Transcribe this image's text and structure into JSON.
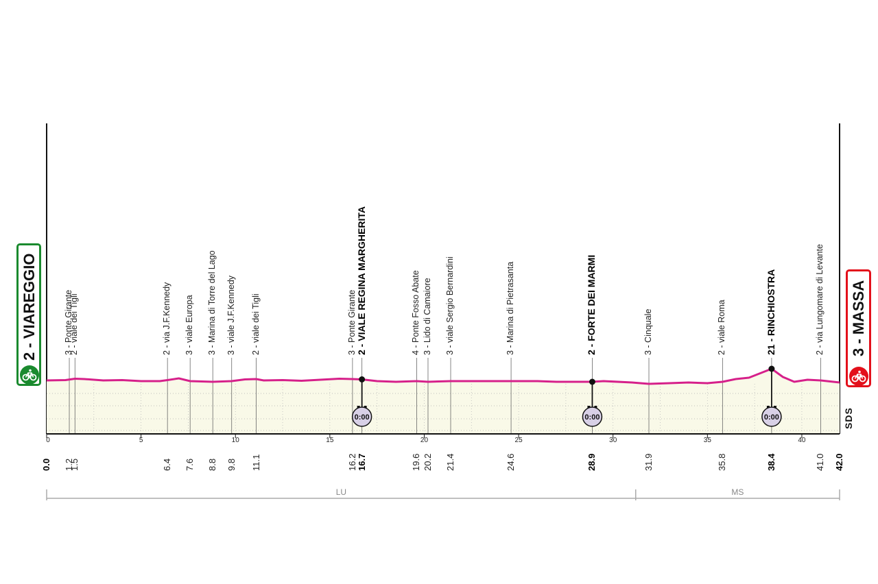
{
  "start": {
    "number": "2",
    "name": "VIAREGGIO",
    "label": "2 - VIAREGGIO",
    "color": "#1a8a2e"
  },
  "finish": {
    "number": "3",
    "name": "MASSA",
    "label": "3 - MASSA",
    "color": "#e3101b"
  },
  "distance_km": 42.0,
  "chart_data": {
    "type": "line",
    "xlim": [
      0,
      42
    ],
    "x_ticks": [
      0,
      5,
      10,
      15,
      20,
      25,
      30,
      35,
      40
    ],
    "grid": true,
    "profile_color": "#d6208a",
    "fill_color": "#f9f9e8",
    "profile": [
      [
        0.0,
        0.1
      ],
      [
        1.0,
        0.15
      ],
      [
        1.5,
        0.35
      ],
      [
        2.0,
        0.3
      ],
      [
        3.0,
        0.1
      ],
      [
        4.0,
        0.15
      ],
      [
        5.0,
        0.0
      ],
      [
        6.0,
        0.0
      ],
      [
        6.4,
        0.15
      ],
      [
        7.0,
        0.4
      ],
      [
        7.6,
        0.0
      ],
      [
        8.8,
        -0.1
      ],
      [
        9.8,
        0.0
      ],
      [
        10.5,
        0.25
      ],
      [
        11.1,
        0.3
      ],
      [
        11.5,
        0.1
      ],
      [
        12.5,
        0.15
      ],
      [
        13.5,
        0.05
      ],
      [
        14.5,
        0.2
      ],
      [
        15.5,
        0.35
      ],
      [
        16.2,
        0.3
      ],
      [
        16.7,
        0.25
      ],
      [
        17.5,
        0.0
      ],
      [
        18.5,
        -0.1
      ],
      [
        19.6,
        0.0
      ],
      [
        20.2,
        -0.1
      ],
      [
        21.4,
        0.0
      ],
      [
        22.5,
        0.0
      ],
      [
        24.6,
        0.0
      ],
      [
        26.0,
        0.0
      ],
      [
        27.0,
        -0.1
      ],
      [
        28.9,
        -0.1
      ],
      [
        29.5,
        0.0
      ],
      [
        31.0,
        -0.2
      ],
      [
        31.9,
        -0.4
      ],
      [
        33.0,
        -0.3
      ],
      [
        34.0,
        -0.2
      ],
      [
        35.0,
        -0.3
      ],
      [
        35.8,
        -0.1
      ],
      [
        36.5,
        0.3
      ],
      [
        37.2,
        0.5
      ],
      [
        38.4,
        1.8
      ],
      [
        39.0,
        0.6
      ],
      [
        39.6,
        -0.1
      ],
      [
        40.3,
        0.2
      ],
      [
        41.0,
        0.1
      ],
      [
        42.0,
        -0.2
      ]
    ]
  },
  "waypoints": [
    {
      "km": "0.0",
      "labels": [],
      "major": true
    },
    {
      "km": "1.2",
      "labels": [
        "3 - Ponte Girante"
      ],
      "major": false
    },
    {
      "km": "1.5",
      "labels": [
        "2 - viale dei Tigli"
      ],
      "major": false
    },
    {
      "km": "6.4",
      "labels": [
        "2 - via J.F.Kennedy"
      ],
      "major": false
    },
    {
      "km": "7.6",
      "labels": [
        "3 - viale Europa"
      ],
      "major": false
    },
    {
      "km": "8.8",
      "labels": [
        "3 - Marina di Torre del Lago"
      ],
      "major": false
    },
    {
      "km": "9.8",
      "labels": [
        "3 - viale J.F.Kennedy"
      ],
      "major": false
    },
    {
      "km": "11.1",
      "labels": [
        "2 - viale dei Tigli"
      ],
      "major": false
    },
    {
      "km": "16.2",
      "labels": [
        "3 - Ponte Girante"
      ],
      "major": false
    },
    {
      "km": "16.7",
      "labels": [
        "2 - VIALE REGINA MARGHERITA"
      ],
      "major": true,
      "timer": "0:00"
    },
    {
      "km": "19.6",
      "labels": [
        "4 - Ponte Fosso Abate"
      ],
      "major": false
    },
    {
      "km": "20.2",
      "labels": [
        "3 - Lido di Camaiore"
      ],
      "major": false
    },
    {
      "km": "21.4",
      "labels": [
        "3 - viale Sergio Bernardini"
      ],
      "major": false
    },
    {
      "km": "24.6",
      "labels": [
        "3 - Marina di Pietrasanta"
      ],
      "major": false
    },
    {
      "km": "28.9",
      "labels": [
        "2 - FORTE DEI MARMI"
      ],
      "major": true,
      "timer": "0:00"
    },
    {
      "km": "31.9",
      "labels": [
        "3 - Cinquale"
      ],
      "major": false
    },
    {
      "km": "35.8",
      "labels": [
        "2 - viale Roma"
      ],
      "major": false
    },
    {
      "km": "38.4",
      "labels": [
        "21 - RINCHIOSTRA"
      ],
      "major": true,
      "timer": "0:00"
    },
    {
      "km": "41.0",
      "labels": [
        "2 - via Lungomare di Levante"
      ],
      "major": false
    },
    {
      "km": "42.0",
      "labels": [],
      "major": true
    }
  ],
  "provinces": [
    {
      "code": "LU",
      "from_km": 0,
      "to_km": 31.2
    },
    {
      "code": "MS",
      "from_km": 31.2,
      "to_km": 42.0
    }
  ],
  "logo": "SDS",
  "icons": {
    "start": "bicycle-icon",
    "finish": "bicycle-icon",
    "timer": "stopwatch-icon"
  }
}
